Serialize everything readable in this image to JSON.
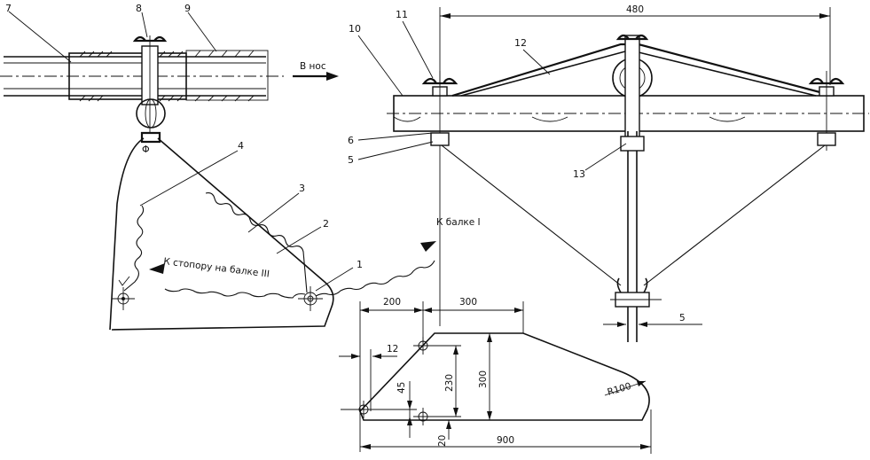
{
  "callouts": {
    "n1": "1",
    "n2": "2",
    "n3": "3",
    "n4": "4",
    "n5": "5",
    "n6": "6",
    "n7": "7",
    "n8": "8",
    "n9": "9",
    "n10": "10",
    "n11": "11",
    "n12": "12",
    "n13": "13"
  },
  "captions": {
    "to_bow": "В нос",
    "to_beam_1": "К балке I",
    "to_stopper_beam_3": "К стопору на балке III"
  },
  "dimensions": {
    "top_span": "480",
    "gap_5": "5",
    "d200": "200",
    "d300_top": "300",
    "d12": "12",
    "d45": "45",
    "d230": "230",
    "d300_side": "300",
    "d20": "20",
    "d900": "900",
    "r100": "R100"
  }
}
